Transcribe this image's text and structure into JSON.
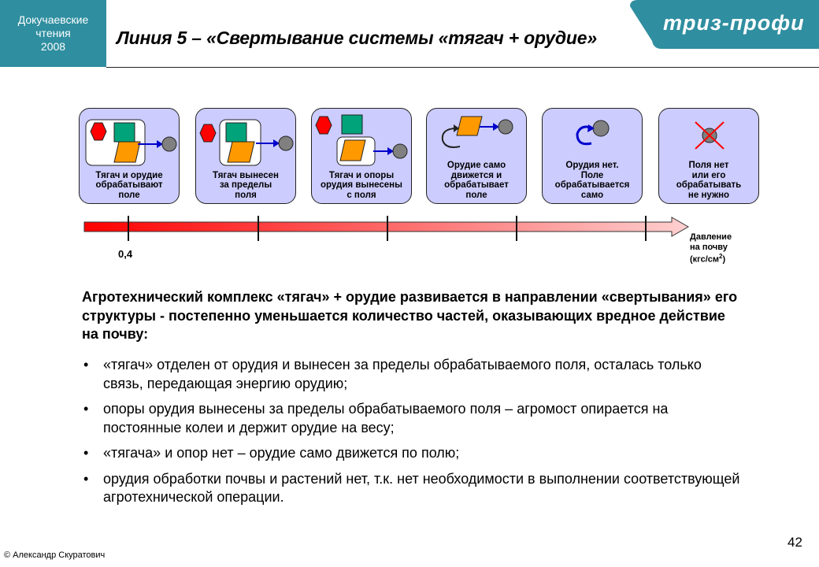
{
  "header": {
    "badge_lines": [
      "Докучаевские",
      "чтения",
      "2008"
    ],
    "title": "Линия 5 – «Свертывание системы «тягач + орудие»",
    "brand": "триз-профи",
    "colors": {
      "badge": "#2f8ea0",
      "brand_tab": "#2f8ea0"
    }
  },
  "stages": [
    {
      "label": "Тягач и орудие\nобрабатывают\nполе",
      "icon": "tractor-tool-in-field-icon"
    },
    {
      "label": "Тягач вынесен\nза пределы\nполя",
      "icon": "tractor-outside-field-icon"
    },
    {
      "label": "Тягач и опоры\nорудия вынесены\nс поля",
      "icon": "tractor-and-supports-outside-icon"
    },
    {
      "label": "Орудие само\nдвижется и\nобрабатывает\nполе",
      "icon": "self-moving-tool-icon"
    },
    {
      "label": "Орудия нет.\nПоле\nобрабатывается\nсамо",
      "icon": "self-processing-field-icon"
    },
    {
      "label": "Поля нет\nили его\nобрабатывать\nне нужно",
      "icon": "no-field-icon"
    }
  ],
  "scale": {
    "tick_value": "0,4",
    "axis_label_lines": [
      "Давление",
      "на почву"
    ],
    "unit_prefix": "(кгс/см",
    "unit_sup": "2",
    "unit_suffix": ")"
  },
  "content": {
    "intro": "Агротехнический комплекс «тягач» + орудие развивается в направлении «свертывания» его структуры  - постепенно уменьшается количество частей, оказывающих вредное действие на почву:",
    "bullets": [
      "«тягач» отделен от орудия и вынесен за пределы обрабатываемого поля, осталась только связь, передающая энергию орудию;",
      "опоры орудия вынесены за пределы обрабатываемого поля – агромост опирается на постоянные колеи и держит орудие на весу;",
      "«тягача» и опор нет – орудие само движется по полю;",
      "орудия обработки почвы и растений нет, т.к. нет необходимости в выполнении соответствующей агротехнической операции."
    ]
  },
  "footer": {
    "page_number": "42",
    "copyright": "© Александр Скуратович"
  }
}
